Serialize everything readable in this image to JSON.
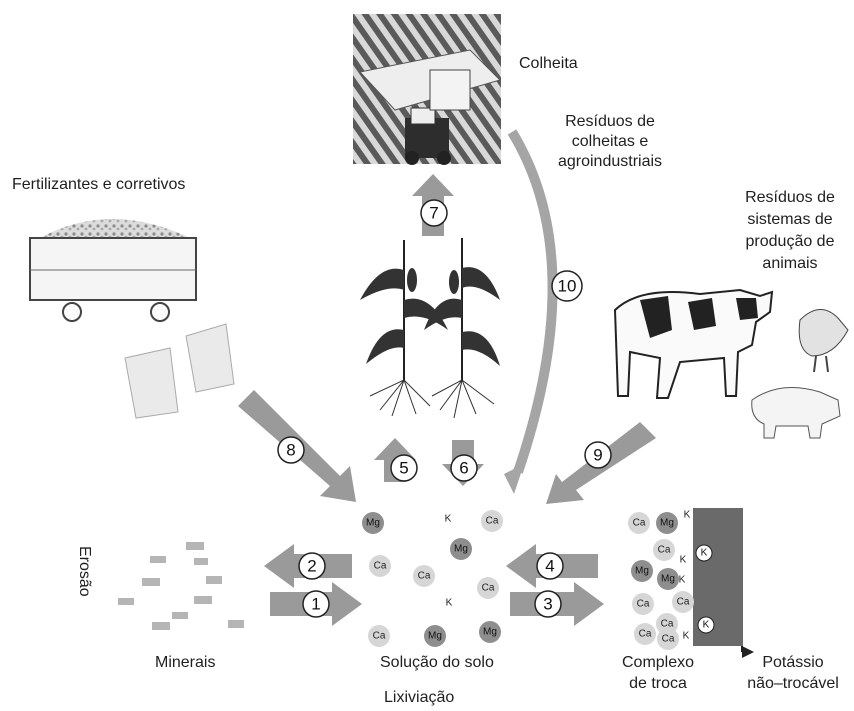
{
  "labels": {
    "harvest": "Colheita",
    "crop_residues": [
      "Resíduos de",
      "colheitas e",
      "agroindustriais"
    ],
    "fertilizers": "Fertilizantes e corretivos",
    "animal_residues": [
      "Resíduos de",
      "sistemas de",
      "produção de",
      "animais"
    ],
    "erosion": "Erosão",
    "minerals": "Minerais",
    "soil_solution": "Solução do solo",
    "leaching": "Lixiviação",
    "exchange_complex": [
      "Complexo",
      "de troca"
    ],
    "nonexchangeable_k": [
      "Potássio",
      "não–trocável"
    ]
  },
  "arrow_numbers": [
    "1",
    "2",
    "3",
    "4",
    "5",
    "6",
    "7",
    "8",
    "9",
    "10"
  ],
  "ions": {
    "solution": [
      {
        "t": "Mg",
        "dark": true
      },
      {
        "t": "K",
        "dark": false
      },
      {
        "t": "Ca",
        "dark": false
      },
      {
        "t": "Mg",
        "dark": true
      },
      {
        "t": "Ca",
        "dark": false
      },
      {
        "t": "Ca",
        "dark": false
      },
      {
        "t": "Ca",
        "dark": false
      },
      {
        "t": "K",
        "dark": false
      },
      {
        "t": "Ca",
        "dark": false
      },
      {
        "t": "Mg",
        "dark": true
      },
      {
        "t": "Mg",
        "dark": true
      }
    ],
    "complex": [
      {
        "t": "Ca",
        "dark": false
      },
      {
        "t": "Mg",
        "dark": true
      },
      {
        "t": "K",
        "dark": false
      },
      {
        "t": "Ca",
        "dark": false
      },
      {
        "t": "K",
        "dark": false
      },
      {
        "t": "K",
        "dark": true
      },
      {
        "t": "Mg",
        "dark": true
      },
      {
        "t": "Mg",
        "dark": true
      },
      {
        "t": "K",
        "dark": false
      },
      {
        "t": "Ca",
        "dark": false
      },
      {
        "t": "Ca",
        "dark": false
      },
      {
        "t": "Ca",
        "dark": false
      },
      {
        "t": "Ca",
        "dark": false
      },
      {
        "t": "Ca",
        "dark": false
      },
      {
        "t": "K",
        "dark": true
      },
      {
        "t": "K",
        "dark": false
      }
    ]
  },
  "colors": {
    "arrow": "#9a9a9a",
    "arrow_dark": "#777777",
    "ion_light": "#d6d6d6",
    "ion_dark": "#8e8e8e",
    "k_block": "#6a6a6a"
  }
}
